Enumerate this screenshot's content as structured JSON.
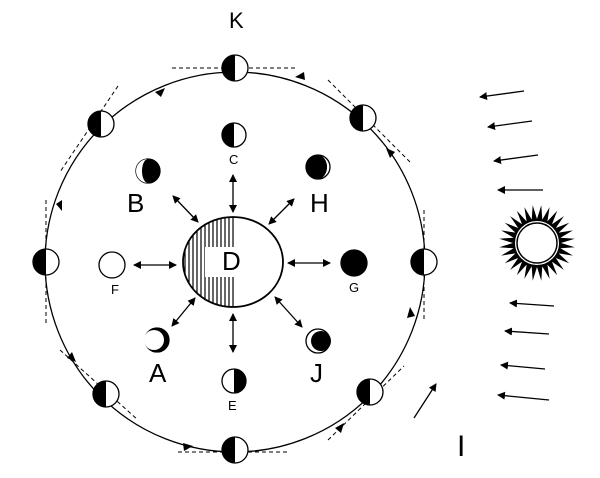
{
  "labels": {
    "K": "K",
    "C": "C",
    "B": "B",
    "H": "H",
    "D": "D",
    "F": "F",
    "G": "G",
    "A": "A",
    "J": "J",
    "E": "E",
    "I": "I"
  },
  "icons": {
    "sun": "sun-icon",
    "earth": "earth-icon",
    "moon": "moon-phase-icon"
  },
  "colors": {
    "ink": "#000000",
    "paper": "#ffffff"
  }
}
